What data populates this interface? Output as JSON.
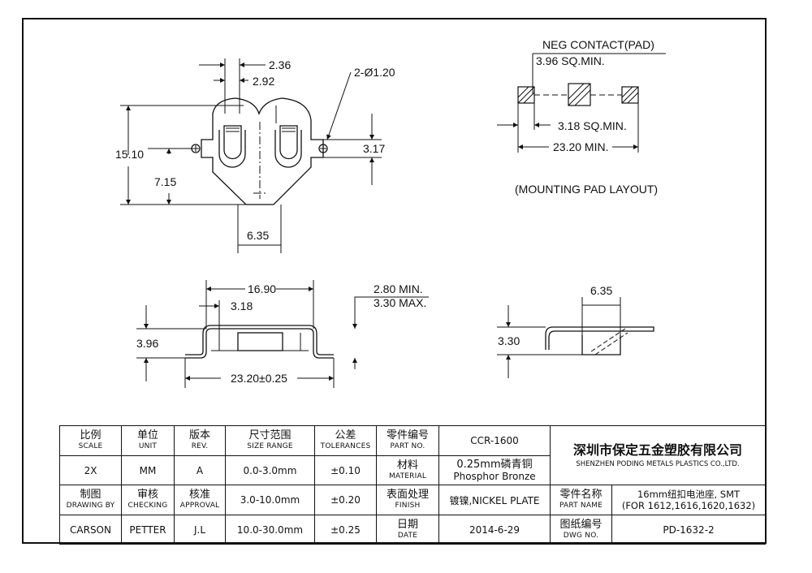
{
  "top_view": {
    "dim_2_36": "2.36",
    "dim_2_92": "2.92",
    "dim_hole": "2-Ø1.20",
    "dim_15_10": "15.10",
    "dim_7_15": "7.15",
    "dim_3_17": "3.17",
    "dim_6_35": "6.35"
  },
  "pad_layout": {
    "neg_contact": "NEG CONTACT(PAD)",
    "sq_min_center": "3.96 SQ.MIN.",
    "sq_min_side": "3.18 SQ.MIN.",
    "overall_min": "23.20 MIN.",
    "caption": "(MOUNTING PAD LAYOUT)"
  },
  "side_view": {
    "dim_16_90": "16.90",
    "dim_3_18": "3.18",
    "dim_2_80": "2.80 MIN.",
    "dim_3_30_max": "3.30 MAX.",
    "dim_3_96": "3.96",
    "dim_23_20": "23.20±0.25"
  },
  "end_view": {
    "dim_6_35": "6.35",
    "dim_3_30": "3.30"
  },
  "title_block": {
    "r1": {
      "scale_zh": "比例",
      "scale_en": "SCALE",
      "unit_zh": "单位",
      "unit_en": "UNIT",
      "rev_zh": "版本",
      "rev_en": "REV.",
      "size_zh": "尺寸范围",
      "size_en": "SIZE RANGE",
      "tol_zh": "公差",
      "tol_en": "TOLERANCES",
      "part_zh": "零件编号",
      "part_en": "PART NO.",
      "part_no": "CCR-1600"
    },
    "r2": {
      "scale": "2X",
      "unit": "MM",
      "rev": "A",
      "range": "0.0-3.0mm",
      "tol": "±0.10",
      "mat_zh": "材料",
      "mat_en": "MATERIAL",
      "mat_val_zh": "0.25mm磷青铜",
      "mat_val_en": "Phosphor Bronze"
    },
    "r3": {
      "drawing_zh": "制图",
      "drawing_en": "DRAWING BY",
      "checking_zh": "审核",
      "checking_en": "CHECKING",
      "approval_zh": "核准",
      "approval_en": "APPROVAL",
      "range": "3.0-10.0mm",
      "tol": "±0.20",
      "finish_zh": "表面处理",
      "finish_en": "FINISH",
      "finish_val": "镀镍,NICKEL PLATE",
      "pname_zh": "零件名称",
      "pname_en": "PART NAME",
      "pname_val1": "16mm纽扣电池座, SMT",
      "pname_val2": "(FOR 1612,1616,1620,1632)"
    },
    "r4": {
      "drawer": "CARSON",
      "checker": "PETTER",
      "approver": "J.L",
      "range": "10.0-30.0mm",
      "tol": "±0.25",
      "date_zh": "日期",
      "date_en": "DATE",
      "date_val": "2014-6-29",
      "dwg_zh": "图纸编号",
      "dwg_en": "DWG NO.",
      "dwg_val": "PD-1632-2"
    },
    "company_zh": "深圳市保定五金塑胶有限公司",
    "company_en": "SHENZHEN PODING METALS PLASTICS CO.,LTD."
  }
}
